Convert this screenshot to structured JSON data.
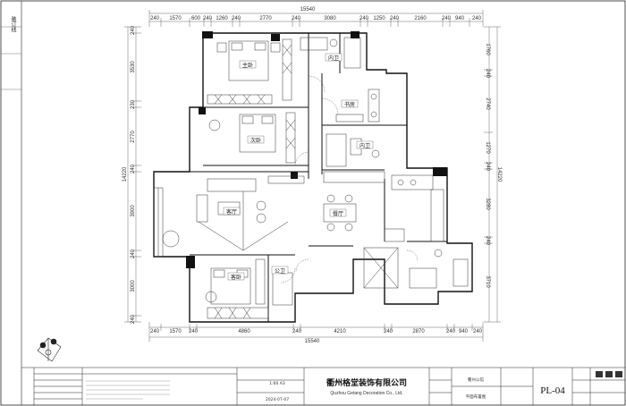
{
  "sheet_code": "装订线",
  "dimensions": {
    "top_total": "15540",
    "top_segments": [
      "240",
      "1570",
      "600",
      "240",
      "1260",
      "240",
      "2770",
      "240",
      "3080",
      "240",
      "1250",
      "240",
      "2160",
      "240",
      "940",
      "240"
    ],
    "bottom_total": "15540",
    "bottom_segments": [
      "240",
      "1570",
      "240",
      "4860",
      "240",
      "4210",
      "240",
      "2870",
      "240",
      "940",
      "240"
    ],
    "left_total": "14220",
    "left_segments": [
      "240",
      "3530",
      "230",
      "2770",
      "240",
      "3900",
      "240",
      "3000",
      "240"
    ],
    "right_total": "14220",
    "right_segments": [
      "1760",
      "240",
      "2740",
      "1270",
      "240",
      "3280",
      "240",
      "3710"
    ]
  },
  "rooms": {
    "master_bedroom": "主卧",
    "bath_1": "内卫",
    "bath_2": "内卫",
    "bedroom_2": "次卧",
    "study": "书房",
    "living_room": "客厅",
    "dining_room": "餐厅",
    "guest_bedroom": "客卧",
    "public_bath": "公卫"
  },
  "title_block": {
    "company_cn": "衢州格堂装饰有限公司",
    "company_en": "Quzhou Getang Decoration Co., Ltd.",
    "project": "衢州公馆",
    "drawing_title": "平面布置图",
    "drawing_no": "PL-04",
    "scale": "1:60 A3",
    "date": "2024-07-07"
  }
}
